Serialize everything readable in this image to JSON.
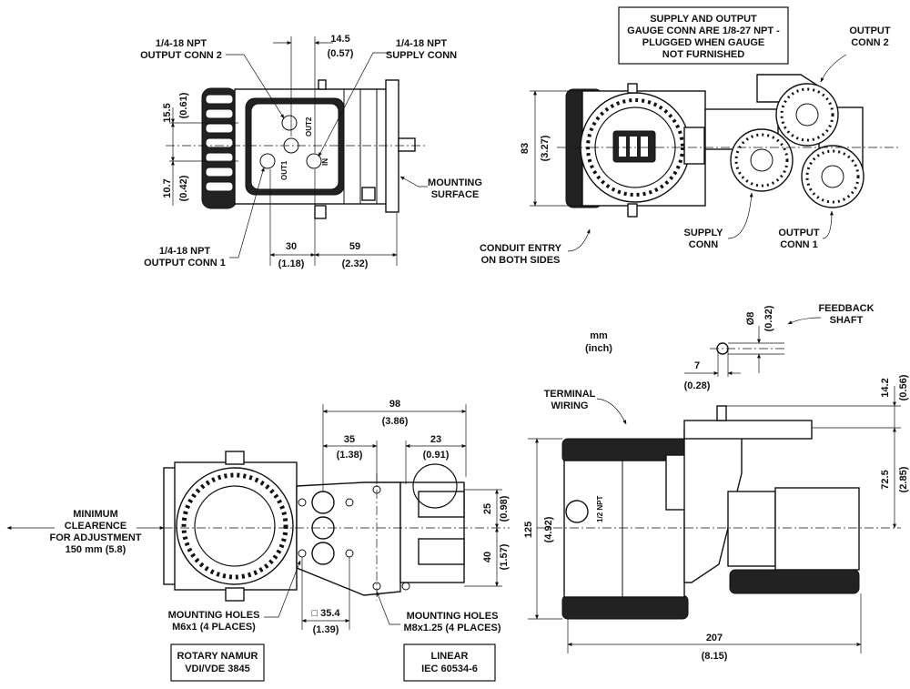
{
  "labels": {
    "output_conn_2_top": "1/4-18 NPT",
    "output_conn_2_bottom": "OUTPUT CONN 2",
    "supply_conn_top": "1/4-18 NPT",
    "supply_conn_bottom": "SUPPLY CONN",
    "output_conn_1_top": "1/4-18 NPT",
    "output_conn_1_bottom": "OUTPUT CONN 1",
    "mounting_surface_1": "MOUNTING",
    "mounting_surface_2": "SURFACE",
    "port_out1": "OUT1",
    "port_out2": "OUT2",
    "port_in": "IN",
    "gauge_note": [
      "SUPPLY AND OUTPUT",
      "GAUGE CONN ARE 1/8-27 NPT -",
      "PLUGGED WHEN GAUGE",
      "NOT FURNISHED"
    ],
    "output_conn_2_a": "OUTPUT",
    "output_conn_2_b": "CONN 2",
    "supply_conn_a": "SUPPLY",
    "supply_conn_b": "CONN",
    "output_conn_1_a": "OUTPUT",
    "output_conn_1_b": "CONN 1",
    "conduit_1": "CONDUIT ENTRY",
    "conduit_2": "ON BOTH SIDES",
    "unit_mm": "mm",
    "unit_inch": "(inch)",
    "feedback_1": "FEEDBACK",
    "feedback_2": "SHAFT",
    "terminal_1": "TERMINAL",
    "terminal_2": "WIRING",
    "npt_half": "1/2 NPT",
    "min_clear": [
      "MINIMUM",
      "CLEARENCE",
      "FOR ADJUSTMENT",
      "150 mm (5.8)"
    ],
    "mh_m6_1": "MOUNTING HOLES",
    "mh_m6_2": "M6x1 (4 PLACES)",
    "mh_m8_1": "MOUNTING HOLES",
    "mh_m8_2": "M8x1.25 (4 PLACES)",
    "box_rotary_1": "ROTARY NAMUR",
    "box_rotary_2": "VDI/VDE 3845",
    "box_linear_1": "LINEAR",
    "box_linear_2": "IEC 60534-6"
  },
  "dimensions": {
    "d14_5_mm": "14.5",
    "d14_5_in": "(0.57)",
    "d15_5_mm": "15.5",
    "d15_5_in": "(0.61)",
    "d10_7_mm": "10.7",
    "d10_7_in": "(0.42)",
    "d30_mm": "30",
    "d30_in": "(1.18)",
    "d59_mm": "59",
    "d59_in": "(2.32)",
    "d83_mm": "83",
    "d83_in": "(3.27)",
    "d8_mm": "Ø8",
    "d8_in": "(0.32)",
    "d7_mm": "7",
    "d7_in": "(0.28)",
    "d14_2_mm": "14.2",
    "d14_2_in": "(0.56)",
    "d72_5_mm": "72.5",
    "d72_5_in": "(2.85)",
    "d125_mm": "125",
    "d125_in": "(4.92)",
    "d207_mm": "207",
    "d207_in": "(8.15)",
    "d98_mm": "98",
    "d98_in": "(3.86)",
    "d35_mm": "35",
    "d35_in": "(1.38)",
    "d23_mm": "23",
    "d23_in": "(0.91)",
    "d25_mm": "25",
    "d25_in": "(0.98)",
    "d40_mm": "40",
    "d40_in": "(1.57)",
    "d35_4_mm": "□ 35.4",
    "d35_4_in": "(1.39)"
  },
  "colors": {
    "ink": "#111111",
    "background": "#ffffff"
  }
}
